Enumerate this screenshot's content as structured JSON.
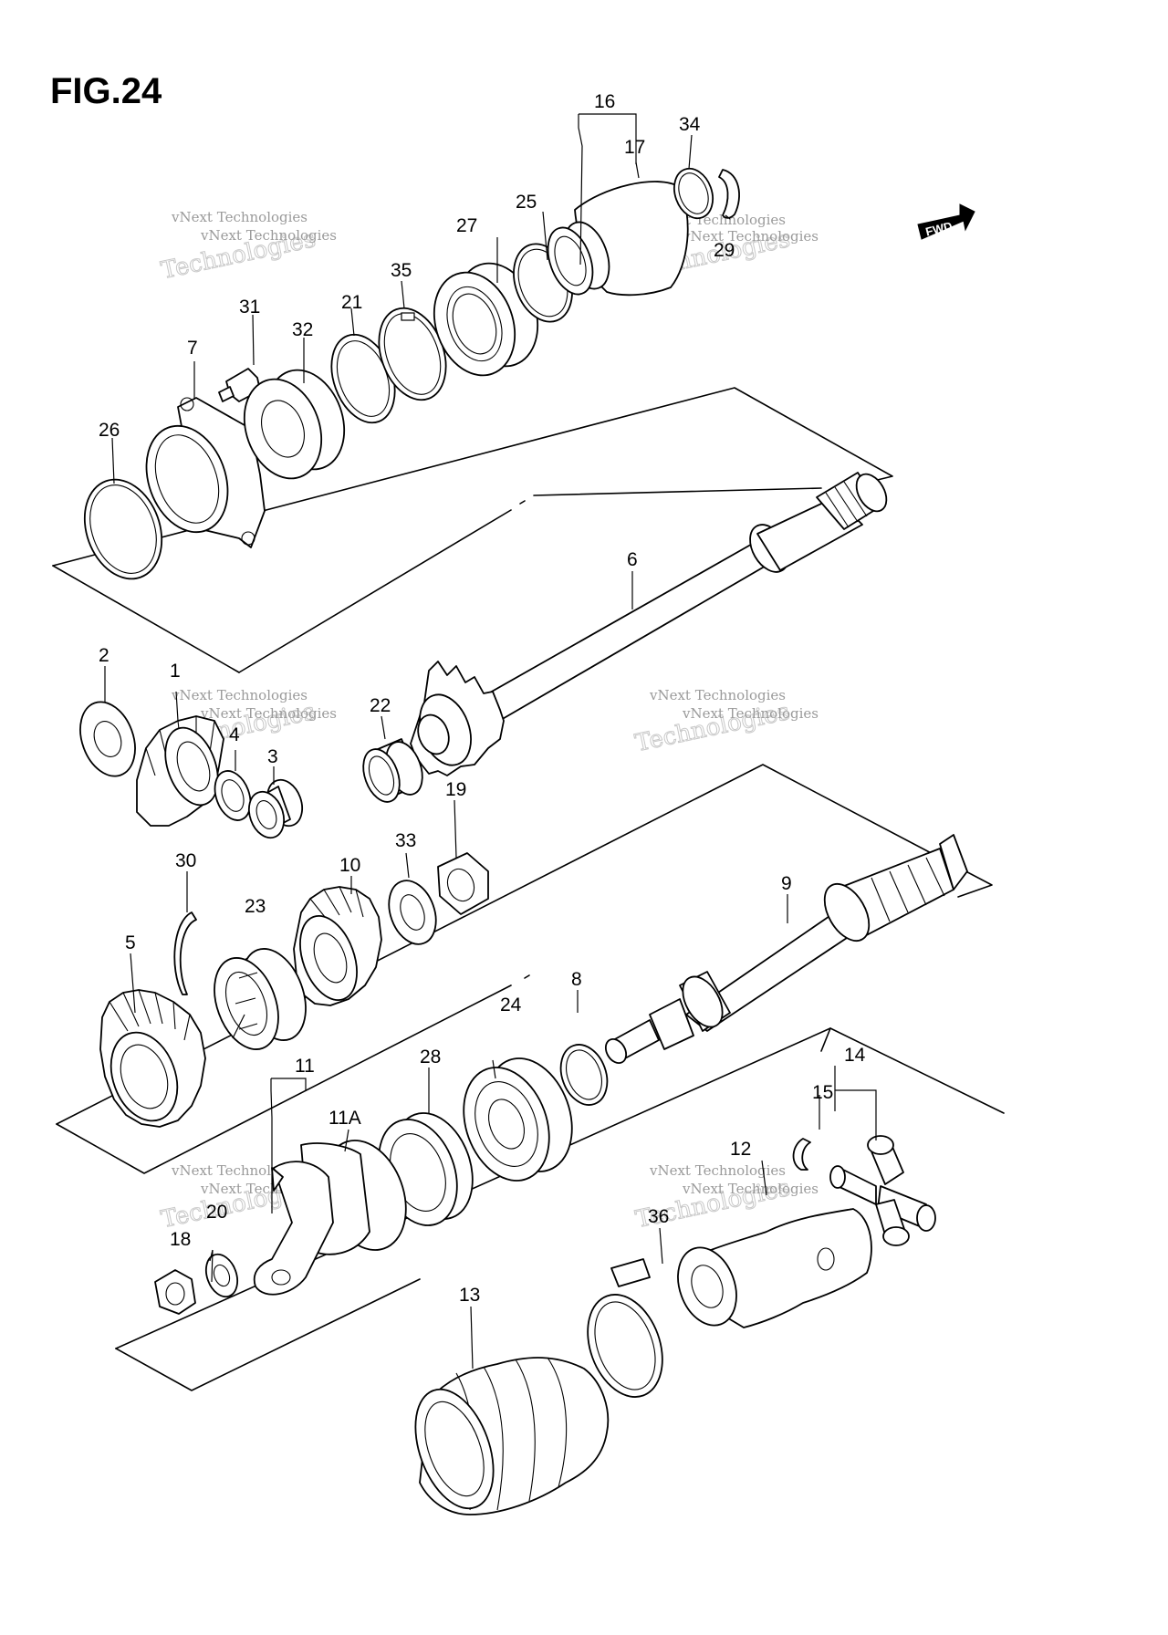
{
  "figure": {
    "title": "FIG.24"
  },
  "fwd_label": "FWD",
  "watermark": {
    "line1": "vNext Technologies",
    "line2": "Technologies"
  },
  "callouts": [
    {
      "id": "c1",
      "label": "1"
    },
    {
      "id": "c2",
      "label": "2"
    },
    {
      "id": "c3",
      "label": "3"
    },
    {
      "id": "c4",
      "label": "4"
    },
    {
      "id": "c5",
      "label": "5"
    },
    {
      "id": "c6",
      "label": "6"
    },
    {
      "id": "c7",
      "label": "7"
    },
    {
      "id": "c8",
      "label": "8"
    },
    {
      "id": "c9",
      "label": "9"
    },
    {
      "id": "c10",
      "label": "10"
    },
    {
      "id": "c11",
      "label": "11"
    },
    {
      "id": "c11a",
      "label": "11A"
    },
    {
      "id": "c12",
      "label": "12"
    },
    {
      "id": "c13",
      "label": "13"
    },
    {
      "id": "c14",
      "label": "14"
    },
    {
      "id": "c15",
      "label": "15"
    },
    {
      "id": "c16",
      "label": "16"
    },
    {
      "id": "c17",
      "label": "17"
    },
    {
      "id": "c18",
      "label": "18"
    },
    {
      "id": "c19",
      "label": "19"
    },
    {
      "id": "c20",
      "label": "20"
    },
    {
      "id": "c21",
      "label": "21"
    },
    {
      "id": "c22",
      "label": "22"
    },
    {
      "id": "c23",
      "label": "23"
    },
    {
      "id": "c24",
      "label": "24"
    },
    {
      "id": "c25",
      "label": "25"
    },
    {
      "id": "c26",
      "label": "26"
    },
    {
      "id": "c27",
      "label": "27"
    },
    {
      "id": "c28",
      "label": "28"
    },
    {
      "id": "c29",
      "label": "29"
    },
    {
      "id": "c30",
      "label": "30"
    },
    {
      "id": "c31",
      "label": "31"
    },
    {
      "id": "c32",
      "label": "32"
    },
    {
      "id": "c33",
      "label": "33"
    },
    {
      "id": "c34",
      "label": "34"
    },
    {
      "id": "c35",
      "label": "35"
    },
    {
      "id": "c36",
      "label": "36"
    }
  ]
}
